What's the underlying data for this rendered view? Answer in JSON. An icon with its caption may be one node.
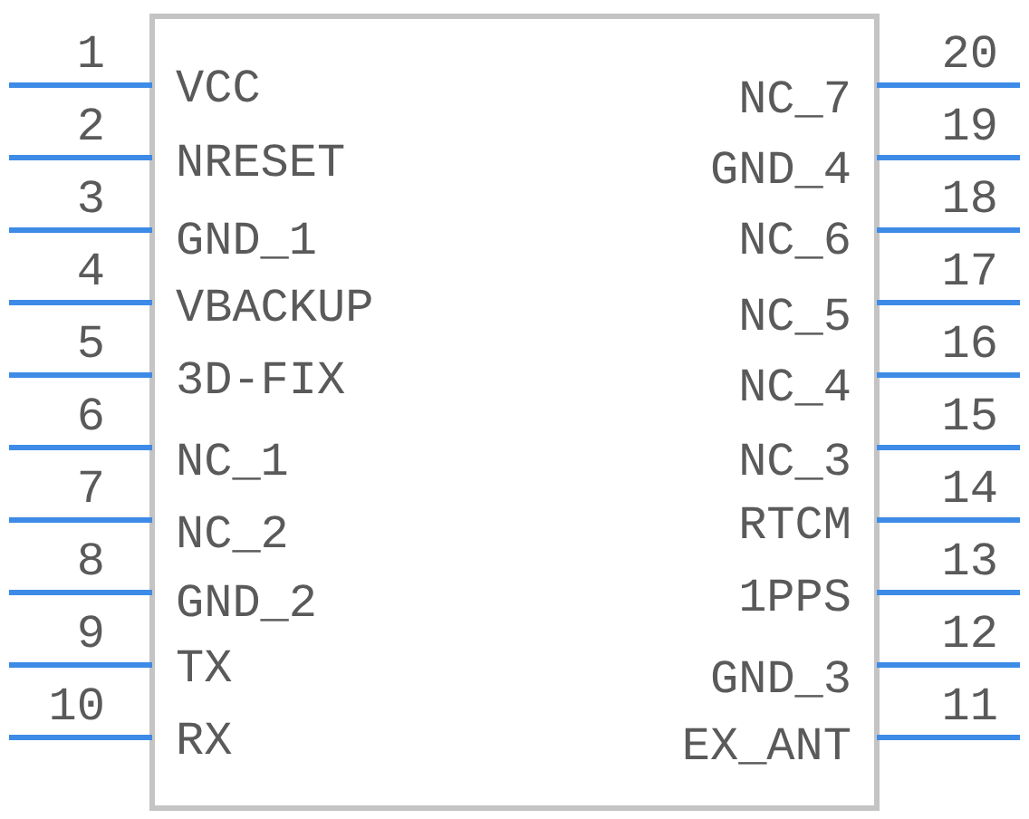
{
  "diagram": {
    "labels": [
      "1",
      "VCC",
      "NC_7",
      "20",
      "2",
      "NRESET",
      "GND_4",
      "19",
      "3",
      "GND_1",
      "NC_6",
      "18",
      "4",
      "VBACKUP",
      "NC_5",
      "17",
      "5",
      "3D-FIX",
      "NC_4",
      "16",
      "6",
      "NC_1",
      "NC_3",
      "15",
      "7",
      "NC_2",
      "RTCM",
      "14",
      "8",
      "GND_2",
      "1PPS",
      "13",
      "9",
      "TX",
      "GND_3",
      "12",
      "10",
      "RX",
      "EX_ANT",
      "11"
    ]
  }
}
